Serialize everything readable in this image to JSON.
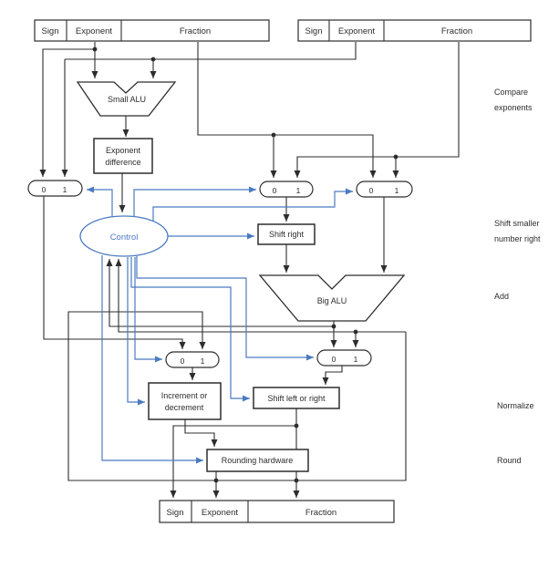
{
  "diagram": {
    "type": "block-diagram",
    "subject": "Floating-point addition hardware datapath",
    "colors": {
      "line": "#2d2d2d",
      "accent": "#4b7bc0",
      "background": "#ffffff"
    },
    "registers": {
      "top_left": {
        "fields": [
          "Sign",
          "Exponent",
          "Fraction"
        ]
      },
      "top_right": {
        "fields": [
          "Sign",
          "Exponent",
          "Fraction"
        ]
      },
      "bottom": {
        "fields": [
          "Sign",
          "Exponent",
          "Fraction"
        ]
      }
    },
    "mux": {
      "zero": "0",
      "one": "1"
    },
    "blocks": {
      "small_alu": "Small ALU",
      "exponent_difference": {
        "line1": "Exponent",
        "line2": "difference"
      },
      "control": "Control",
      "shift_right": "Shift right",
      "big_alu": "Big ALU",
      "increment_decrement": {
        "line1": "Increment or",
        "line2": "decrement"
      },
      "shift_left_right": "Shift left or right",
      "rounding_hardware": "Rounding hardware"
    },
    "stage_labels": {
      "compare": {
        "line1": "Compare",
        "line2": "exponents"
      },
      "shift_smaller": {
        "line1": "Shift smaller",
        "line2": "number right"
      },
      "add": "Add",
      "normalize": "Normalize",
      "round": "Round"
    }
  }
}
